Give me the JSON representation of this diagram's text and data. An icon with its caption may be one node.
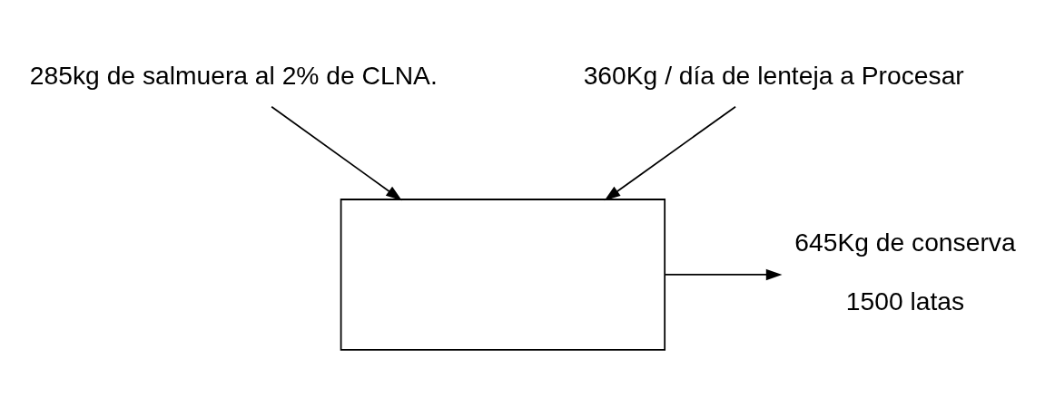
{
  "diagram": {
    "nodes": [
      {
        "text": [],
        "shape": "box"
      },
      {
        "text": [
          "285kg de salmuera al 2% de CLNA."
        ]
      },
      {
        "text": [
          "360Kg / día de lenteja a Procesar"
        ]
      },
      {
        "text": [
          "645Kg de conserva",
          "1500 latas"
        ]
      }
    ],
    "edges": [
      {
        "from": 1,
        "to": 0,
        "arrow": "to"
      },
      {
        "from": 2,
        "to": 0,
        "arrow": "to"
      },
      {
        "from": 0,
        "to": 3,
        "arrow": "to"
      }
    ]
  }
}
